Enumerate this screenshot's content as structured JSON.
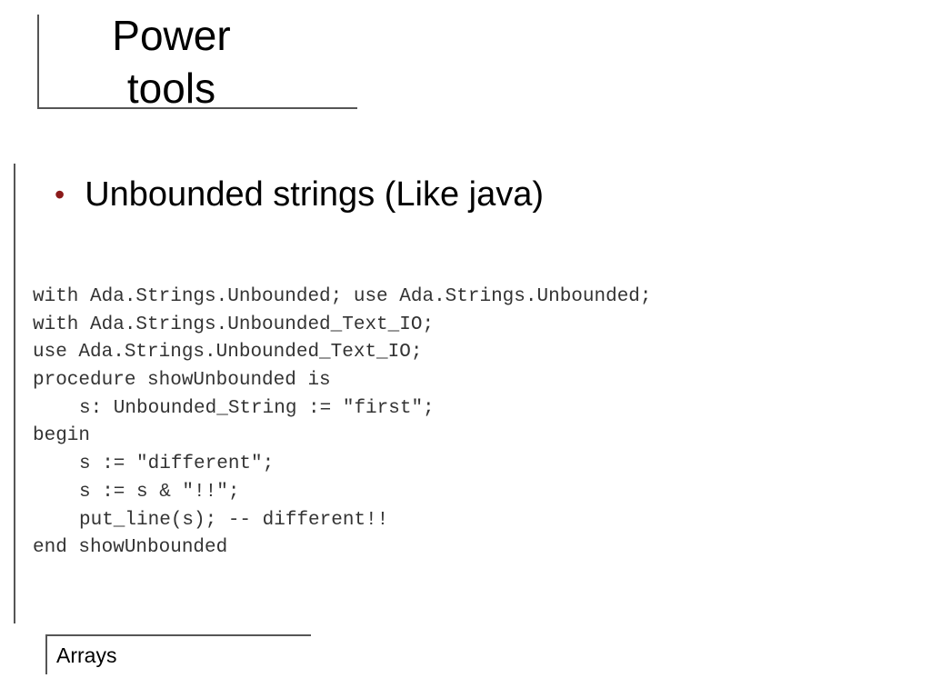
{
  "slide": {
    "title": "Power\ntools",
    "bullet": "Unbounded strings (Like java)",
    "code_lines": [
      {
        "text": "with Ada.Strings.Unbounded; use Ada.Strings.Unbounded;",
        "indent": false
      },
      {
        "text": "with Ada.Strings.Unbounded_Text_IO;",
        "indent": false
      },
      {
        "text": "use Ada.Strings.Unbounded_Text_IO;",
        "indent": false
      },
      {
        "text": "procedure showUnbounded is",
        "indent": false
      },
      {
        "text": "s: Unbounded_String := \"first\";",
        "indent": true
      },
      {
        "text": "begin",
        "indent": false
      },
      {
        "text": "s := \"different\";",
        "indent": true
      },
      {
        "text": "s := s & \"!!\";",
        "indent": true
      },
      {
        "text": "put_line(s); -- different!!",
        "indent": true
      },
      {
        "text": "end showUnbounded",
        "indent": false
      }
    ],
    "footer": "Arrays"
  },
  "colors": {
    "bullet": "#8b1a1a",
    "code_text": "#333333",
    "rules": "#555555"
  }
}
